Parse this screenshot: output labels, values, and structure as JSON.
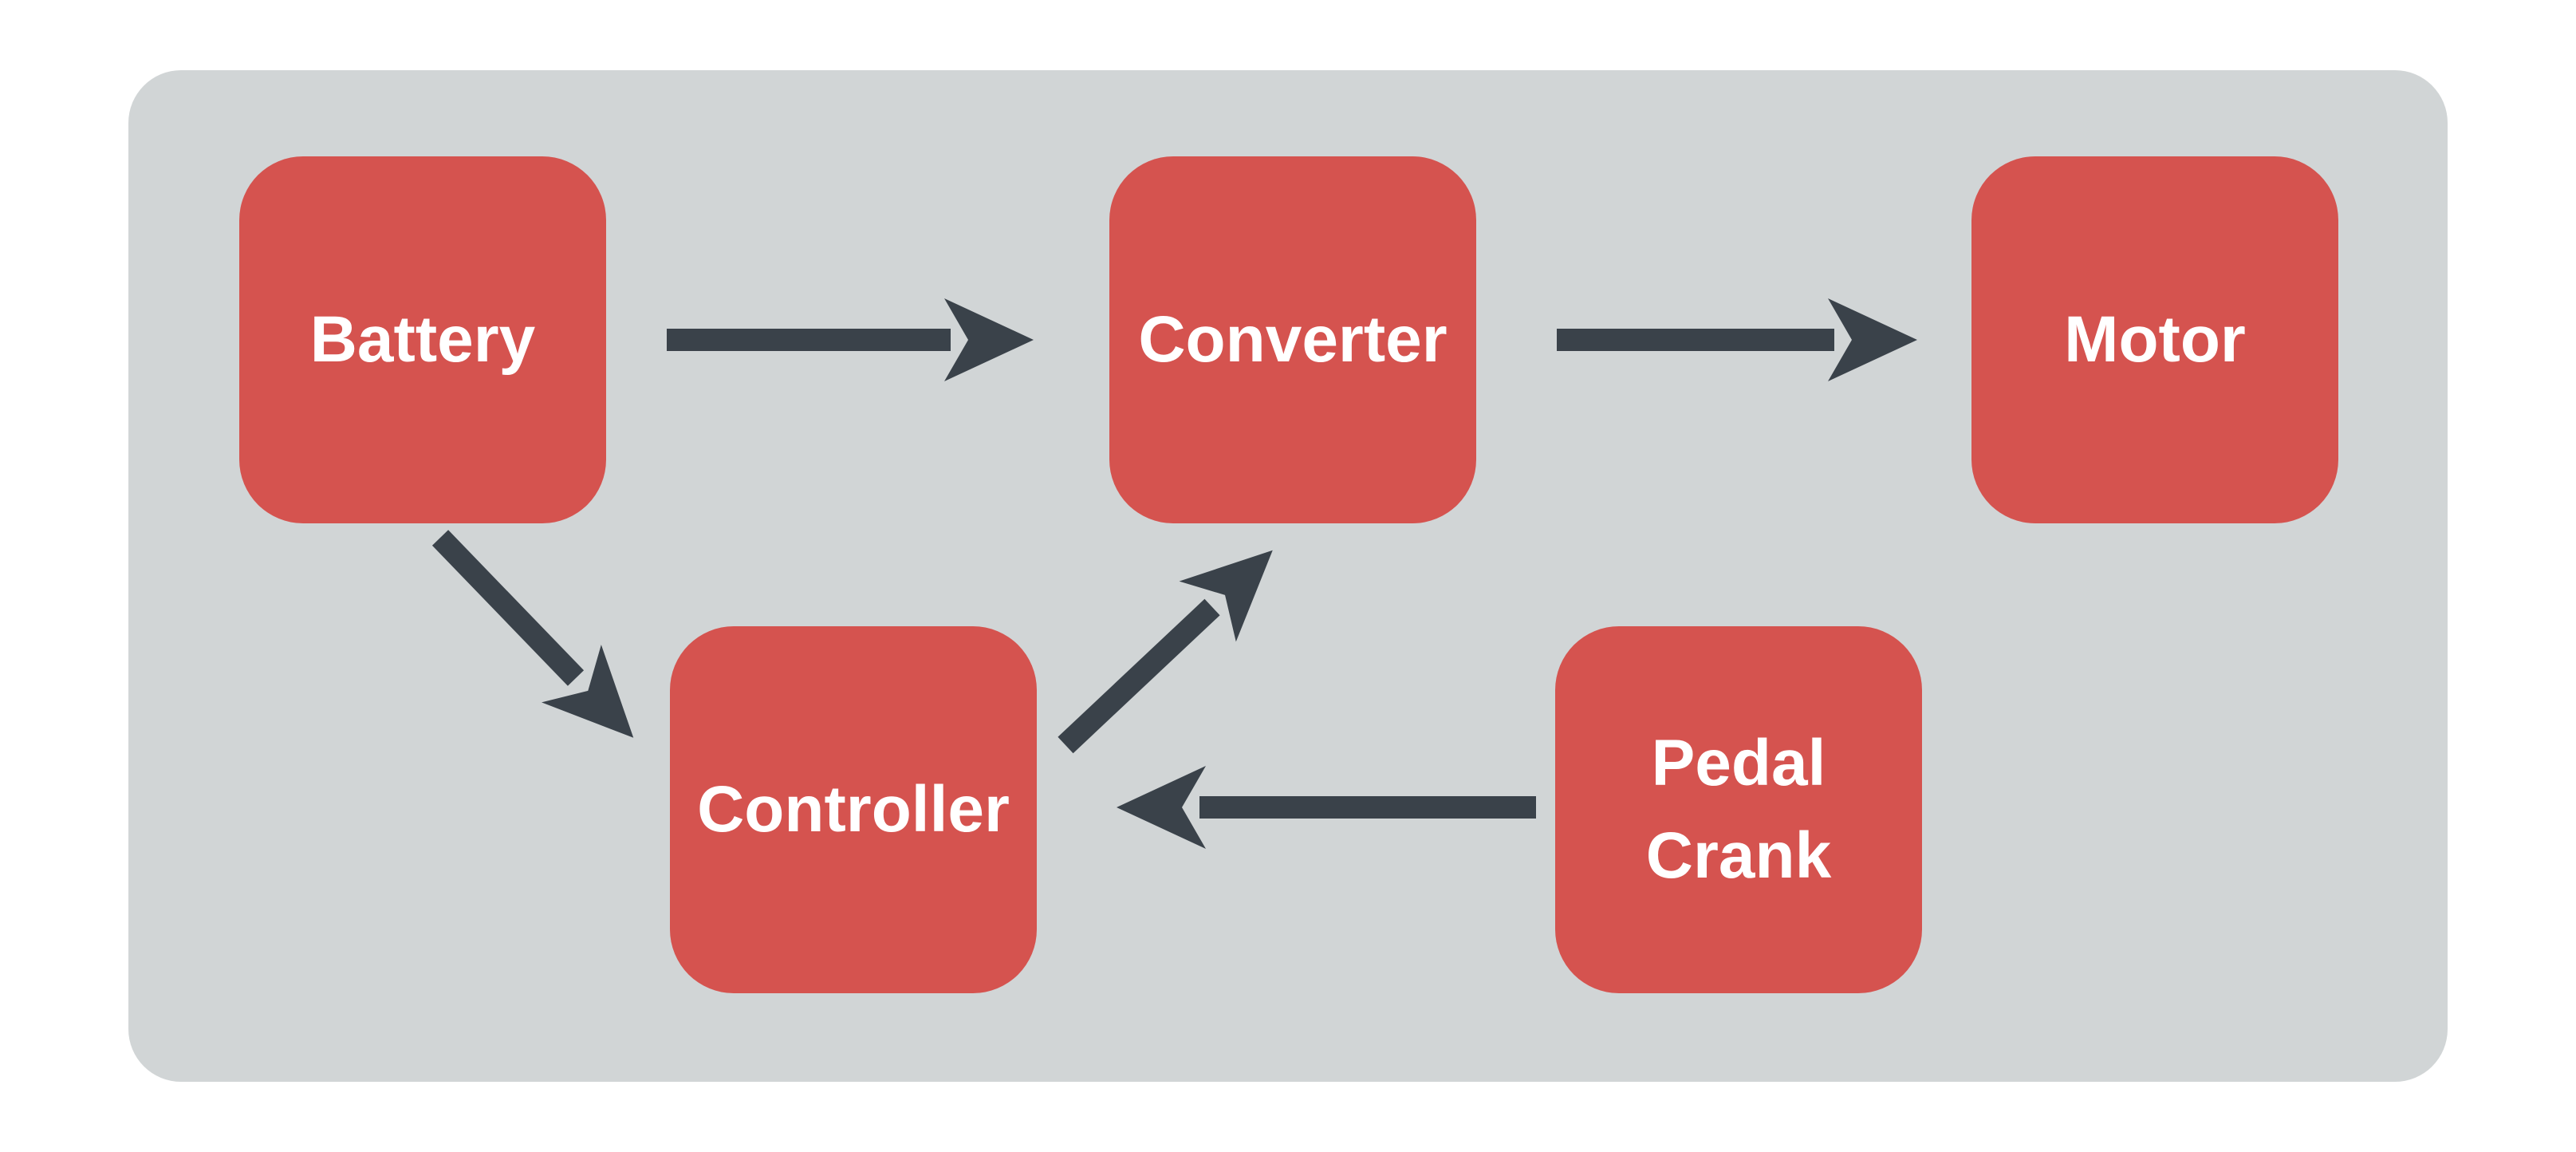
{
  "diagram": {
    "nodes": [
      {
        "id": "battery",
        "label": "Battery"
      },
      {
        "id": "converter",
        "label": "Converter"
      },
      {
        "id": "motor",
        "label": "Motor"
      },
      {
        "id": "controller",
        "label": "Controller"
      },
      {
        "id": "pedal-crank",
        "label": "Pedal Crank"
      }
    ],
    "edges": [
      {
        "from": "Battery",
        "to": "Converter"
      },
      {
        "from": "Converter",
        "to": "Motor"
      },
      {
        "from": "Battery",
        "to": "Controller"
      },
      {
        "from": "Controller",
        "to": "Converter"
      },
      {
        "from": "Pedal Crank",
        "to": "Controller"
      }
    ]
  },
  "colors": {
    "canvas_bg": "#FFFFFF",
    "panel_bg": "#D1D5D6",
    "node_fill": "#D5534F",
    "node_text": "#FFFFFF",
    "arrow": "#3A424A"
  }
}
